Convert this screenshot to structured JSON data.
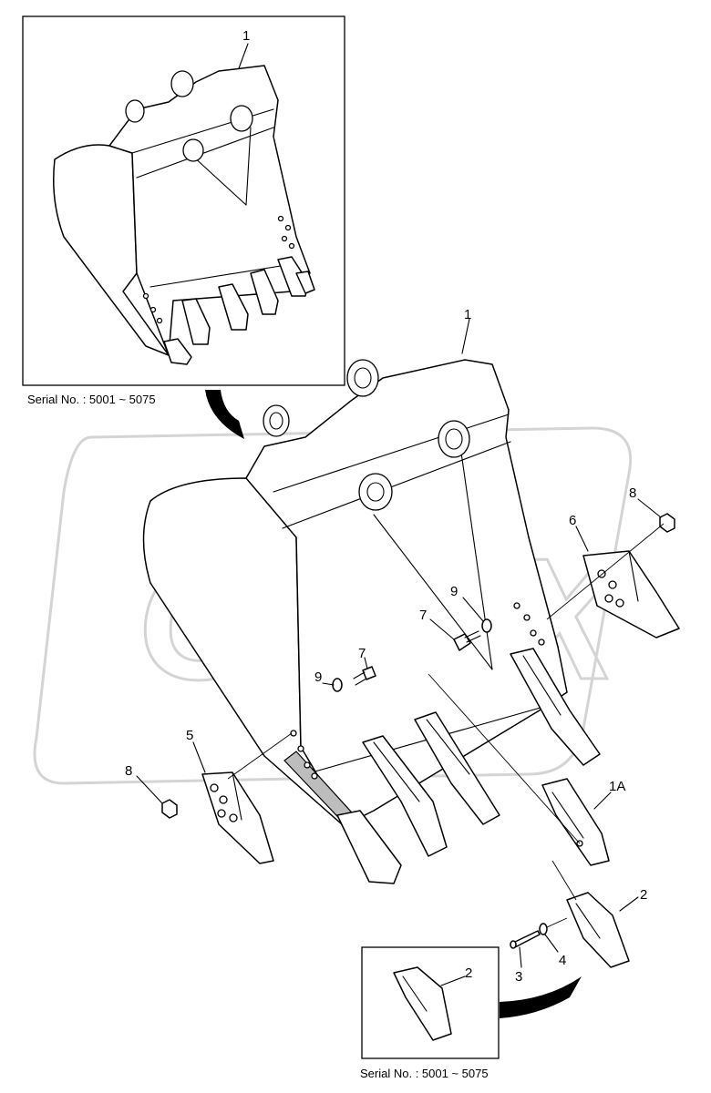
{
  "watermark": {
    "text": "OPEX"
  },
  "inset_top": {
    "callout": "1",
    "serial_label": "Serial No. : 5001 ~ 5075"
  },
  "inset_bottom": {
    "callout": "2",
    "serial_label": "Serial No. : 5001 ~ 5075"
  },
  "callouts": {
    "bucket": "1",
    "tooth_adapter": "1A",
    "tooth_point": "2",
    "pin": "3",
    "lock": "4",
    "side_cutter_left": "5",
    "side_cutter_right": "6",
    "bolt_right": "7",
    "bolt_left": "7",
    "nut_right": "8",
    "nut_left": "8",
    "washer_right": "9",
    "washer_left": "9"
  }
}
